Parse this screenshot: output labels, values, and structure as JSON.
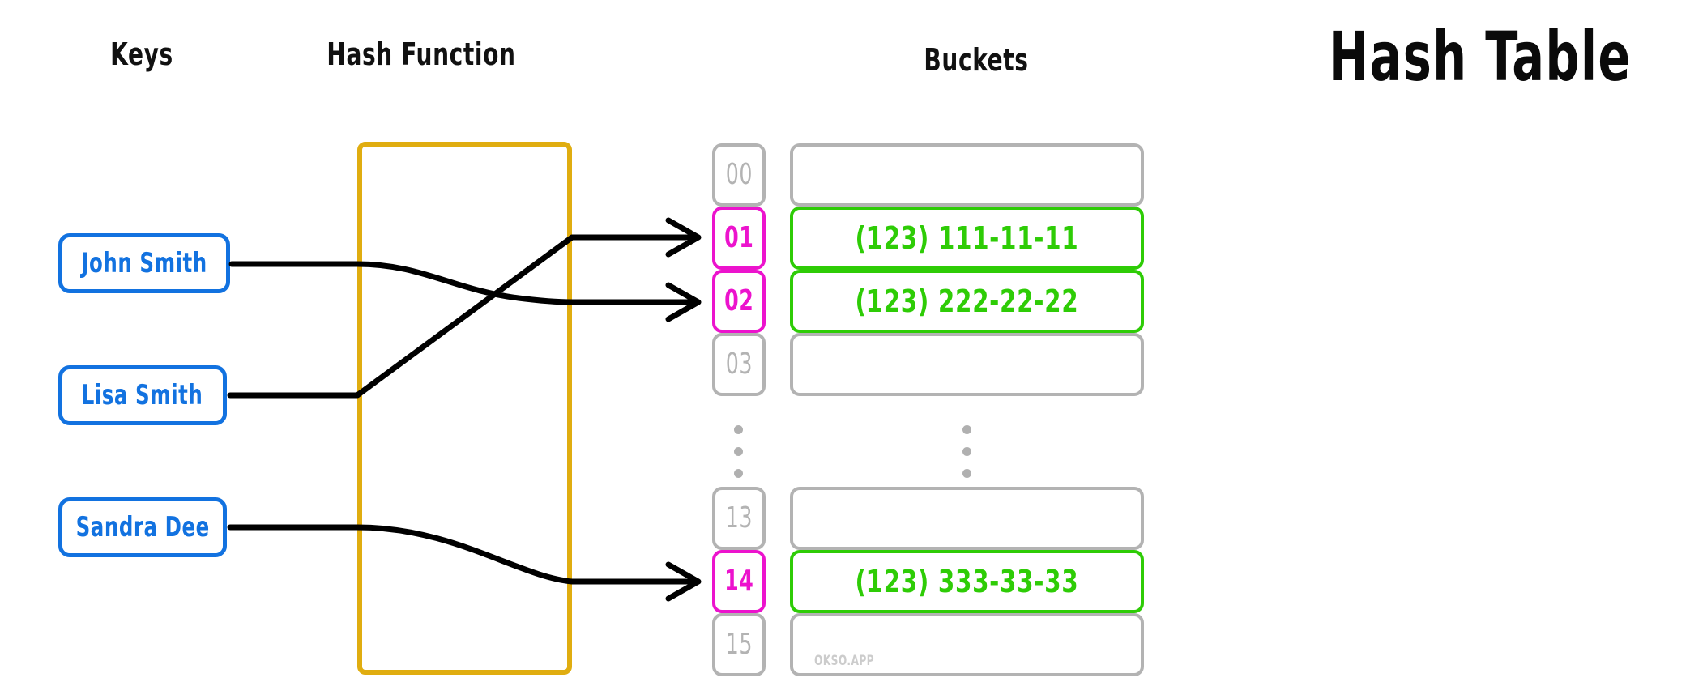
{
  "title": "Hash Table",
  "headers": {
    "keys": "Keys",
    "hash_function": "Hash Function",
    "buckets": "Buckets"
  },
  "colors": {
    "key_blue": "#1272e0",
    "hash_gold": "#e0ad10",
    "index_gray": "#b3b3b3",
    "index_highlight_magenta": "#ec13cd",
    "value_green": "#2ecc06",
    "wire_black": "#000000",
    "background": "#ffffff",
    "watermark_gray": "#cccccc"
  },
  "keys": [
    {
      "label": "John Smith",
      "maps_to_index": "02"
    },
    {
      "label": "Lisa Smith",
      "maps_to_index": "01"
    },
    {
      "label": "Sandra Dee",
      "maps_to_index": "14"
    }
  ],
  "buckets": {
    "top_group": [
      {
        "index": "00",
        "value": "",
        "highlighted": false,
        "filled": false
      },
      {
        "index": "01",
        "value": "(123) 111-11-11",
        "highlighted": true,
        "filled": true
      },
      {
        "index": "02",
        "value": "(123) 222-22-22",
        "highlighted": true,
        "filled": true
      },
      {
        "index": "03",
        "value": "",
        "highlighted": false,
        "filled": false
      }
    ],
    "ellipsis": "⋮",
    "bottom_group": [
      {
        "index": "13",
        "value": "",
        "highlighted": false,
        "filled": false
      },
      {
        "index": "14",
        "value": "(123) 333-33-33",
        "highlighted": true,
        "filled": true
      },
      {
        "index": "15",
        "value": "",
        "highlighted": false,
        "filled": false
      }
    ]
  },
  "watermark": "OKSO.APP"
}
